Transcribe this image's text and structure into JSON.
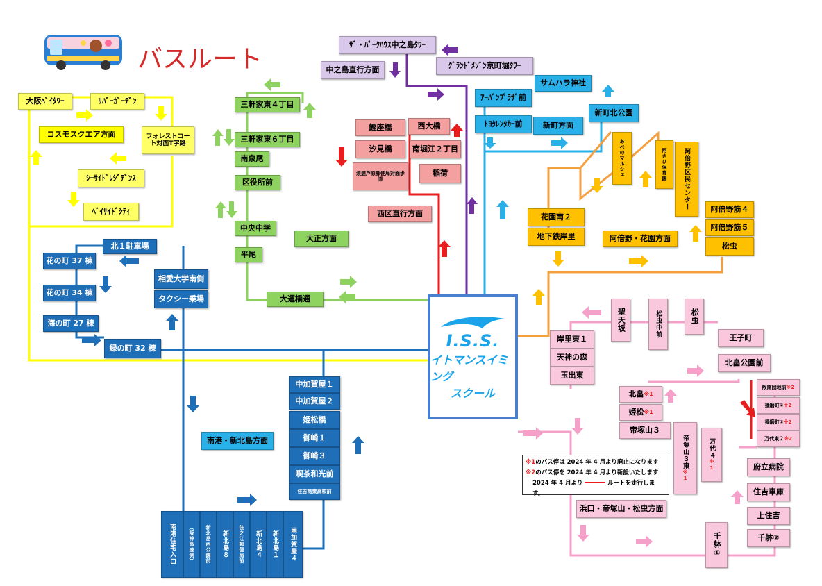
{
  "title": "バスルート",
  "colors": {
    "yellow": "#ffff00",
    "green": "#8ed35f",
    "purple": "#7030a0",
    "cyan": "#2ab0e8",
    "red": "#e81e1e",
    "orange": "#f5a040",
    "pink": "#f4a0c8",
    "blue": "#1e6fb8"
  },
  "center": {
    "logo": "I.S.S.",
    "line1": "イトマンスイミング",
    "line2": "スクール"
  },
  "note": {
    "line1_mark": "※1",
    "line1": "のバス停は 2024 年 4 月より廃止になります",
    "line2_mark": "※2",
    "line2": "のバス停を 2024 年 4 月より新設いたします",
    "line3a": "2024 年 4 月より",
    "line3b": "ルートを走行します。"
  },
  "yellow_route": {
    "stops": [
      "大阪ﾍﾞｲﾀﾜｰ",
      "ﾘﾊﾞｰｶﾞｰﾃﾞﾝ",
      "フォレストコート対面T字路",
      "ｼｰｻｲﾄﾞﾚｼﾞﾃﾞﾝｽ",
      "ﾍﾞｲｻｲﾄﾞｼﾃｨ"
    ],
    "direction": "コスモスクエア方面"
  },
  "green_route": {
    "stops": [
      "三軒家東４丁目",
      "三軒家東６丁目",
      "南泉尾",
      "区役所前",
      "中央中学",
      "平尾",
      "大運橋通"
    ],
    "direction": "大正方面"
  },
  "purple_route": {
    "stops": [
      "ｻﾞ・ﾊﾟｰｸﾊｳｽ中之島ﾀﾜｰ",
      "ｸﾞﾗﾝﾄﾞﾒｿﾞﾝ京町堀ﾀﾜｰ"
    ],
    "direction": "中之島直行方面"
  },
  "cyan_route": {
    "stops": [
      "ｱｰﾊﾞﾝﾌﾟﾗｻﾞ前",
      "ﾄﾖﾀﾚﾝﾀｶｰ前",
      "サムハラ神社",
      "新町北公園"
    ],
    "direction": "新町方面"
  },
  "red_route": {
    "stops": [
      "鰹座橋",
      "西大橋",
      "汐見橋",
      "南堀江２丁目",
      "浪速芦原郵便局対面歩道",
      "稲荷"
    ],
    "direction": "西区直行方面"
  },
  "orange_route": {
    "stops": [
      "あべのマルシェ",
      "阿さひ保育園",
      "阿倍野区民センター",
      "花園南２",
      "地下鉄岸里",
      "阿倍野筋４",
      "阿倍野筋５",
      "松虫"
    ],
    "direction": "阿倍野・花園方面"
  },
  "blue_route": {
    "stops": [
      "北１駐車場",
      "花の町 37 棟",
      "花の町 34 棟",
      "海の町 27 棟",
      "緑の町 32 棟",
      "相愛大学南側",
      "タクシー乗場",
      "中加賀屋１",
      "中加賀屋２",
      "姫松橋",
      "御崎１",
      "御崎３",
      "喫茶和光前",
      "住吉商業高校前",
      "南港住宅入口",
      "（阪神高速側）",
      "新北島西公園前",
      "新北島８",
      "住之江郵便局前",
      "新北島４",
      "新北島１",
      "南加賀屋４"
    ],
    "direction": "南港・新北島方面"
  },
  "pink_route": {
    "stops": [
      "聖天坂",
      "松虫中前",
      "松虫",
      "岸里東１",
      "天神の森",
      "玉出東",
      "王子町",
      "北畠公園前",
      "北畠",
      "姫松",
      "帝塚山３",
      "帝塚山３東",
      "万代４",
      "阪南団地前",
      "播磨町②",
      "播磨町①",
      "万代東２",
      "府立病院",
      "住吉車庫",
      "上住吉",
      "千躰②",
      "千躰①"
    ],
    "marks": [
      "※1",
      "※2"
    ],
    "direction": "浜口・帝塚山・松虫方面"
  }
}
